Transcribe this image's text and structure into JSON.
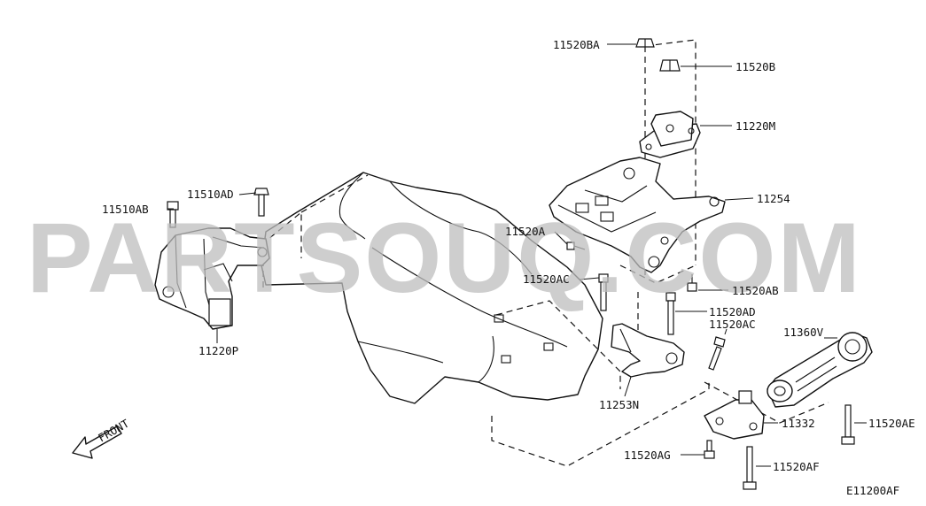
{
  "watermark": "PARTSOUQ.COM",
  "diagram_code": "E11200AF",
  "front_label": "FRONT",
  "labels": {
    "p11520BA": "11520BA",
    "p11520B": "11520B",
    "p11220M": "11220M",
    "p11254": "11254",
    "p11510AD": "11510AD",
    "p11510AB": "11510AB",
    "p11520A": "11520A",
    "p11520AC_top": "11520AC",
    "p11520AB": "11520AB",
    "p11520AD": "11520AD",
    "p11520AC_bot": "11520AC",
    "p11360V": "11360V",
    "p11220P": "11220P",
    "p11253N": "11253N",
    "p11332": "11332",
    "p11520AE": "11520AE",
    "p11520AG": "11520AG",
    "p11520AF": "11520AF"
  }
}
